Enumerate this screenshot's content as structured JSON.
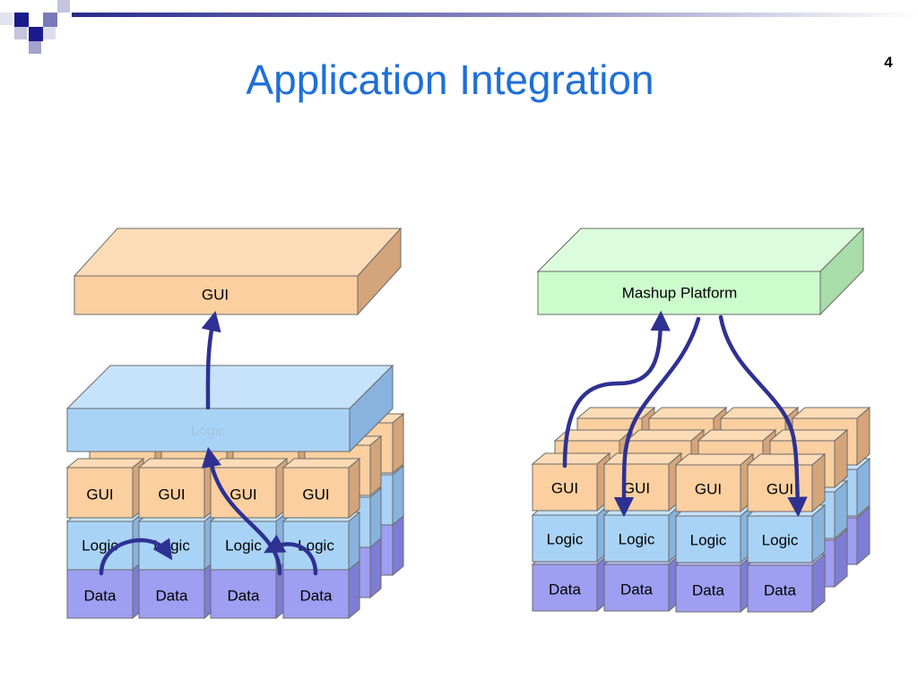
{
  "slide": {
    "title": "Application Integration",
    "page_number": "4"
  },
  "left_diagram": {
    "top_layer_label": "GUI",
    "middle_layer_label": "Logic",
    "front_row": [
      {
        "gui": "GUI",
        "logic": "Logic",
        "data": "Data"
      },
      {
        "gui": "GUI",
        "logic": "Logic",
        "data": "Data"
      },
      {
        "gui": "GUI",
        "logic": "Logic",
        "data": "Data"
      },
      {
        "gui": "GUI",
        "logic": "Logic",
        "data": "Data"
      }
    ]
  },
  "right_diagram": {
    "top_layer_label": "Mashup Platform",
    "front_row": [
      {
        "gui": "GUI",
        "logic": "Logic",
        "data": "Data"
      },
      {
        "gui": "GUI",
        "logic": "Logic",
        "data": "Data"
      },
      {
        "gui": "GUI",
        "logic": "Logic",
        "data": "Data"
      },
      {
        "gui": "GUI",
        "logic": "Logic",
        "data": "Data"
      }
    ]
  },
  "colors": {
    "title": "#1f6fd8",
    "gui_front": "#fbcf9f",
    "gui_top": "#fcdcb6",
    "gui_side": "#d4a57a",
    "logic_front": "#a9d3f6",
    "logic_top": "#c6e3fb",
    "logic_side": "#87b3de",
    "data_front": "#9e9ef2",
    "data_top": "#bdbdf7",
    "data_side": "#7d7dd6",
    "mashup_front": "#ccfccc",
    "mashup_top": "#dcfddc",
    "mashup_side": "#a8dca8",
    "arrow": "#2e3192",
    "header_square": "#1a1a8c"
  }
}
